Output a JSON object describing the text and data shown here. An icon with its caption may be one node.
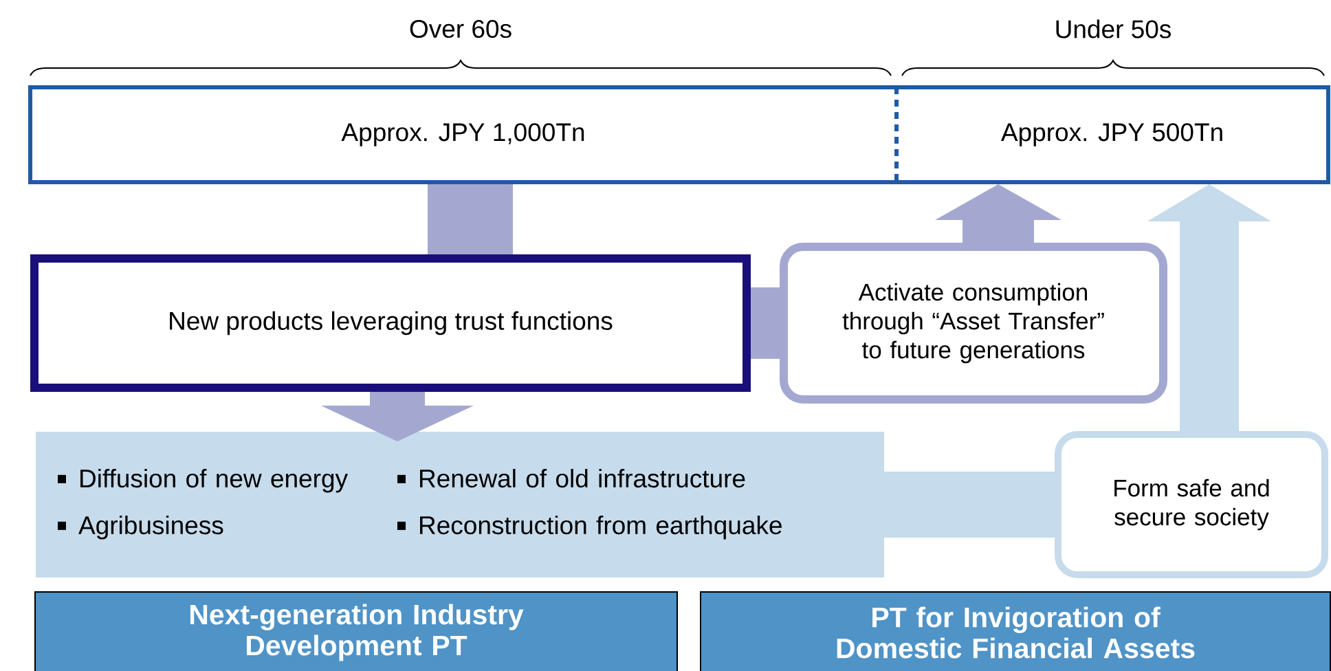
{
  "diagram": {
    "nodes": [
      {
        "text": [
          "Approx. JPY 1,000Tn"
        ]
      },
      {
        "text": [
          "Approx. JPY 500Tn"
        ]
      },
      {
        "text": [
          "New products leveraging trust functions"
        ]
      },
      {
        "text": [
          "Activate consumption through “Asset Transfer” to future generations"
        ]
      },
      {
        "text": [
          "Diffusion of new energy",
          "Renewal of old infrastructure",
          "Agribusiness",
          "Reconstruction from earthquake"
        ]
      },
      {
        "text": [
          "Form safe and secure society"
        ]
      },
      {
        "text": [
          "Next-generation Industry Development PT"
        ]
      },
      {
        "text": [
          "PT for Invigoration of Domestic Financial Assets"
        ]
      }
    ],
    "edges": [
      {
        "from": 0,
        "to": 2,
        "arrow": "none"
      },
      {
        "from": 2,
        "to": 4,
        "arrow": "to"
      },
      {
        "from": 2,
        "to": 3,
        "arrow": "none"
      },
      {
        "from": 3,
        "to": 1,
        "arrow": "to"
      },
      {
        "from": 4,
        "to": 5,
        "arrow": "none",
        "color": "#c6dbeb"
      },
      {
        "from": 5,
        "to": 1,
        "arrow": "to",
        "color": "#c6dbeb"
      }
    ],
    "labels": [
      "Over 60s",
      "Under 50s"
    ]
  }
}
